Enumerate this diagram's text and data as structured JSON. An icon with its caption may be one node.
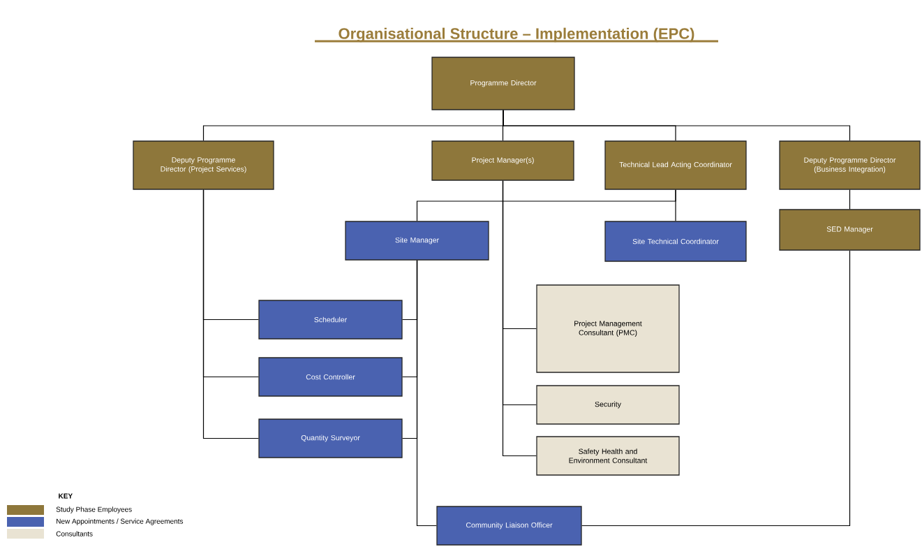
{
  "diagram": {
    "title": "Organisational Structure – Implementation (EPC)",
    "nodes": [
      {
        "text": [
          "Programme Director"
        ]
      },
      {
        "text": [
          "Deputy Programme Director (Project Services)"
        ]
      },
      {
        "text": [
          "Project Manager(s)"
        ]
      },
      {
        "text": [
          "Technical Lead Acting Coordinator"
        ]
      },
      {
        "text": [
          "Deputy Programme Director (Business Integration)"
        ]
      },
      {
        "text": [
          "Site Manager"
        ]
      },
      {
        "text": [
          "Site Technical Coordinator"
        ]
      },
      {
        "text": [
          "SED Manager"
        ]
      },
      {
        "text": [
          "Scheduler"
        ]
      },
      {
        "text": [
          "Cost Controller"
        ]
      },
      {
        "text": [
          "Quantity Surveyor"
        ]
      },
      {
        "text": [
          "Project Management Consultant (PMC)"
        ]
      },
      {
        "text": [
          "Security"
        ]
      },
      {
        "text": [
          "Safety Health and Environment Consultant"
        ]
      },
      {
        "text": [
          "Community Liaison Officer"
        ]
      }
    ],
    "edges": [
      {
        "from": 0,
        "to": 1,
        "arrow": "none"
      },
      {
        "from": 0,
        "to": 2,
        "arrow": "none"
      },
      {
        "from": 0,
        "to": 3,
        "arrow": "none"
      },
      {
        "from": 0,
        "to": 4,
        "arrow": "none"
      },
      {
        "from": 3,
        "to": 5,
        "arrow": "none"
      },
      {
        "from": 3,
        "to": 6,
        "arrow": "none"
      },
      {
        "from": 4,
        "to": 7,
        "arrow": "none"
      },
      {
        "from": 1,
        "to": 8,
        "arrow": "none"
      },
      {
        "from": 1,
        "to": 9,
        "arrow": "none"
      },
      {
        "from": 1,
        "to": 10,
        "arrow": "none"
      },
      {
        "from": 5,
        "to": 8,
        "arrow": "none"
      },
      {
        "from": 5,
        "to": 9,
        "arrow": "none"
      },
      {
        "from": 5,
        "to": 10,
        "arrow": "none"
      },
      {
        "from": 5,
        "to": 14,
        "arrow": "none"
      },
      {
        "from": 2,
        "to": 11,
        "arrow": "none"
      },
      {
        "from": 2,
        "to": 12,
        "arrow": "none"
      },
      {
        "from": 2,
        "to": 13,
        "arrow": "none"
      },
      {
        "from": 7,
        "to": 14,
        "arrow": "none"
      }
    ],
    "labels": [
      "KEY"
    ],
    "legend": [
      {
        "text": "Study Phase Employees",
        "color": "#8e773b"
      },
      {
        "text": "New Appointments / Service Agreements",
        "color": "#4a62b0"
      },
      {
        "text": "Consultants",
        "color": "#e9e3d3"
      }
    ]
  }
}
